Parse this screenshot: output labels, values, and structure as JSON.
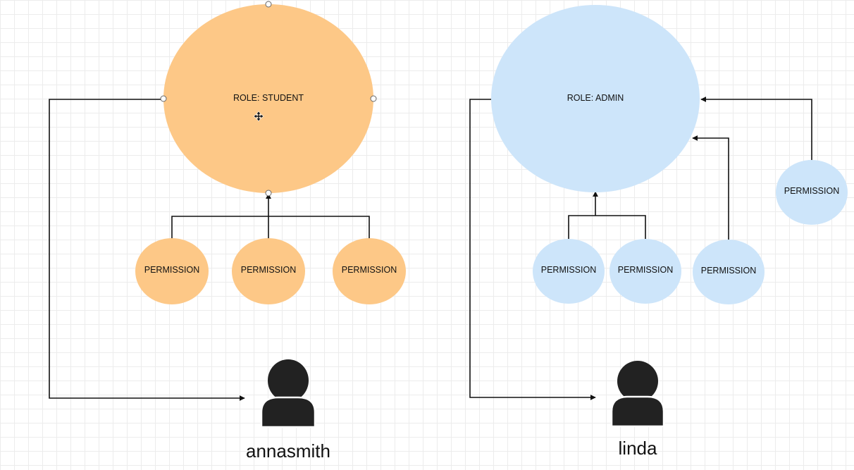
{
  "colors": {
    "student": "#fdc887",
    "admin": "#cde5fa",
    "user_icon": "#222222",
    "connector": "#111111"
  },
  "roles": {
    "student": {
      "label": "ROLE: STUDENT",
      "permissions": [
        "PERMISSION",
        "PERMISSION",
        "PERMISSION"
      ]
    },
    "admin": {
      "label": "ROLE: ADMIN",
      "permissions": [
        "PERMISSION",
        "PERMISSION",
        "PERMISSION",
        "PERMISSION"
      ]
    }
  },
  "users": {
    "annasmith": {
      "name": "annasmith",
      "icon": "user-icon"
    },
    "linda": {
      "name": "linda",
      "icon": "user-icon"
    }
  },
  "selection": {
    "selected_shape": "role-student",
    "cursor_icon": "move-cursor-icon"
  }
}
